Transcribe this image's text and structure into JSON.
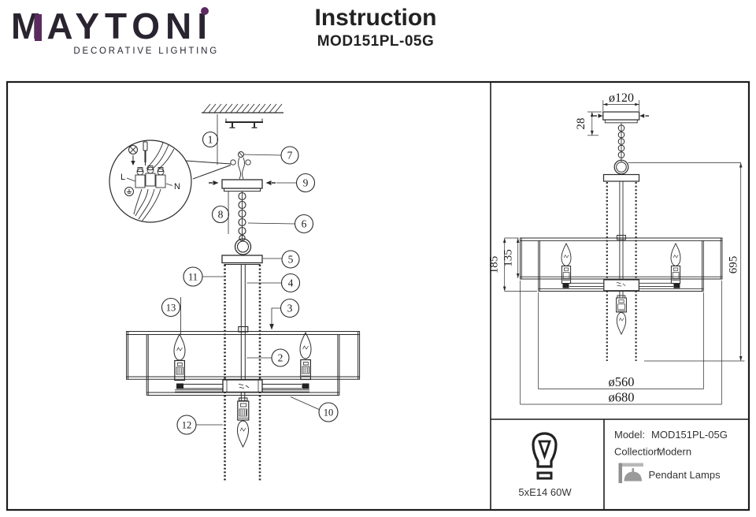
{
  "header": {
    "logo": {
      "word": "MAYTONI",
      "tagline": "DECORATIVE LIGHTING"
    },
    "title": "Instruction",
    "model": "MOD151PL-05G"
  },
  "colors": {
    "brand_purple": "#5c2a60",
    "ink": "#1a1a1a"
  },
  "diagram": {
    "callouts": [
      "1",
      "2",
      "3",
      "4",
      "5",
      "6",
      "7",
      "8",
      "9",
      "10",
      "11",
      "12",
      "13"
    ],
    "wiring": {
      "live": "L",
      "neutral": "N"
    },
    "dimensions": {
      "canopy_diameter": "ø120",
      "canopy_height": "28",
      "inner_shade_height": "185",
      "outer_shade_height": "135",
      "total_height": "695",
      "inner_diameter": "ø560",
      "outer_diameter": "ø680"
    }
  },
  "info_panel": {
    "bulb_spec": "5xE14 60W",
    "model_label": "Model:",
    "model_value": "MOD151PL-05G",
    "collection_label": "Collection:",
    "collection_value": "Modern",
    "category": "Pendant Lamps"
  }
}
